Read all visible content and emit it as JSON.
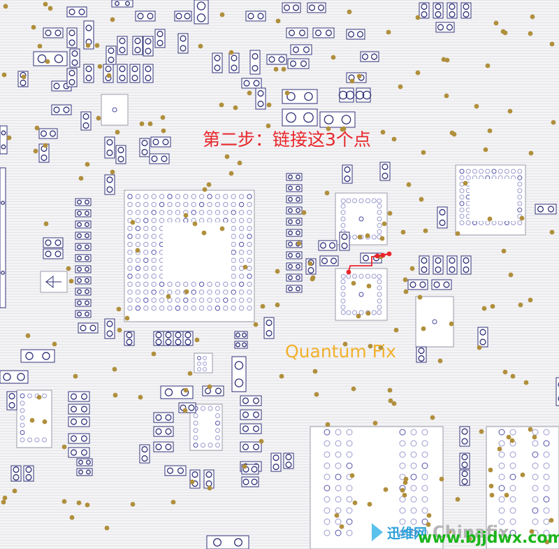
{
  "annotation": {
    "step_text": "第二步：链接这3个点",
    "brand_text": "Quantum Fix"
  },
  "watermark": {
    "chinese": "迅维网",
    "english": "Chinafix",
    "url": "www.bjjdwx.com"
  },
  "colors": {
    "background": "#f4f4f6",
    "component_outline": "#30307a",
    "via_dot": "#b08f3c",
    "trace_red": "#e8262a",
    "brand_orange": "#f2b02a",
    "watermark_blue": "#2a9fd8",
    "watermark_green": "#1bb51b"
  },
  "icons": [
    "arrow-logo-icon"
  ]
}
